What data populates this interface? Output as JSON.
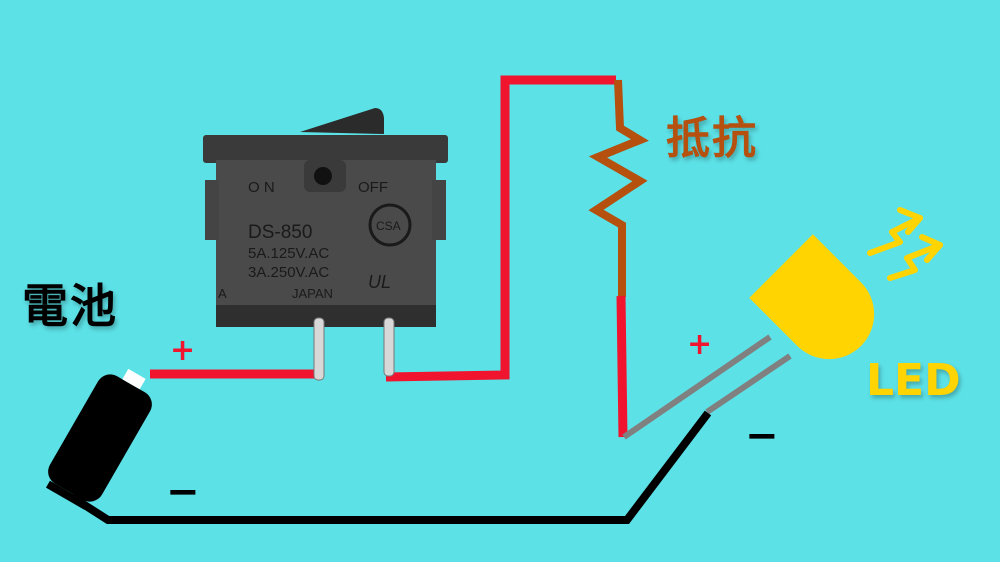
{
  "diagram": {
    "title": "Simple LED circuit with switch and resistor",
    "background_color": "#5ce1e6",
    "labels": {
      "battery": "電池",
      "resistor": "抵抗",
      "led": "LED"
    },
    "polarity": {
      "battery_plus": "+",
      "battery_minus": "−",
      "led_plus": "+",
      "led_minus": "−"
    },
    "switch_markings": {
      "on": "O N",
      "off": "OFF",
      "model": "DS-850",
      "rating_1": "5A.125V.AC",
      "rating_2": "3A.250V.AC",
      "origin": "JAPAN",
      "letter": "A",
      "csa": "CSA",
      "ul": "UL"
    },
    "colors": {
      "wire_positive": "#f0142f",
      "wire_negative": "#000000",
      "resistor": "#b5500f",
      "led": "#ffd400",
      "led_leads": "#808080",
      "switch_body": "#3a3a3a"
    },
    "components": [
      "battery",
      "rocker switch",
      "resistor",
      "LED"
    ],
    "connections": [
      "battery + → switch terminal 1",
      "switch terminal 2 → resistor",
      "resistor → LED anode (+)",
      "LED cathode (−) → battery −"
    ]
  }
}
